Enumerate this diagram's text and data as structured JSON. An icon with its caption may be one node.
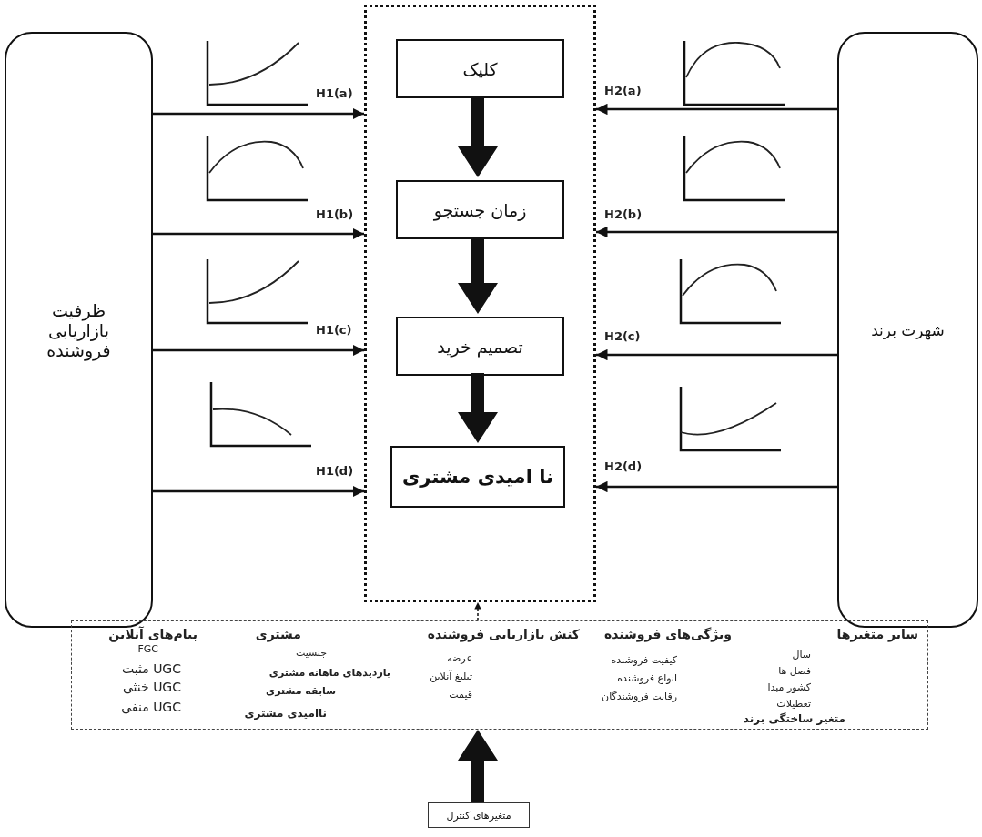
{
  "diagram": {
    "nodes": [
      {
        "text": [
          "ظرفیت بازاریابی فروشنده"
        ]
      },
      {
        "text": [],
        "shape": "box"
      },
      {
        "text": [
          "کلیک"
        ],
        "in": 1
      },
      {
        "text": [
          "زمان جستجو"
        ],
        "in": 1
      },
      {
        "text": [
          "تصمیم خرید"
        ],
        "in": 1
      },
      {
        "text": [
          "نا امیدی مشتری"
        ],
        "in": 1
      },
      {
        "text": [
          "شهرت برند"
        ]
      },
      {
        "text": [
          "سایر متغیرها",
          "سال",
          "فصل ها",
          "کشور مبدا",
          "تعطیلات",
          "متغیر ساختگی برند",
          "ویژگی‌های فروشنده",
          "کیفیت فروشنده",
          "انواع فروشنده",
          "رقابت فروشندگان",
          "کنش بازاریابی فروشنده",
          "عرضه",
          "تبلیغ آنلاین",
          "قیمت",
          "مشتری",
          "جنسیت",
          "بازدیدهای ماهانه مشتری",
          "سابقه مشتری",
          "ناامیدی مشتری",
          "پیام‌های آنلاین",
          "FGC",
          "UGC مثبت",
          "UGC خنثی",
          "UGC منفی"
        ]
      },
      {
        "text": [
          "متغیرهای کنترل"
        ]
      }
    ],
    "edges": [
      {
        "from": 0,
        "to": 1,
        "arrow": "to",
        "label": "H1(a)"
      },
      {
        "from": 0,
        "to": 1,
        "arrow": "to",
        "label": "H1(b)"
      },
      {
        "from": 0,
        "to": 1,
        "arrow": "to",
        "label": "H1(c)"
      },
      {
        "from": 0,
        "to": 1,
        "arrow": "to",
        "label": "H1(d)"
      },
      {
        "from": 6,
        "to": 1,
        "arrow": "to",
        "label": "H2(a)"
      },
      {
        "from": 6,
        "to": 1,
        "arrow": "to",
        "label": "H2(b)"
      },
      {
        "from": 6,
        "to": 1,
        "arrow": "to",
        "label": "H2(c)"
      },
      {
        "from": 6,
        "to": 1,
        "arrow": "to",
        "label": "H2(d)"
      },
      {
        "from": 2,
        "to": 3,
        "arrow": "to",
        "style": "thick"
      },
      {
        "from": 3,
        "to": 4,
        "arrow": "to",
        "style": "thick"
      },
      {
        "from": 4,
        "to": 5,
        "arrow": "to",
        "style": "thick"
      },
      {
        "from": 7,
        "to": 1,
        "arrow": "to",
        "style": "dashed"
      },
      {
        "from": 8,
        "to": 7,
        "arrow": "to",
        "style": "thick"
      }
    ]
  }
}
